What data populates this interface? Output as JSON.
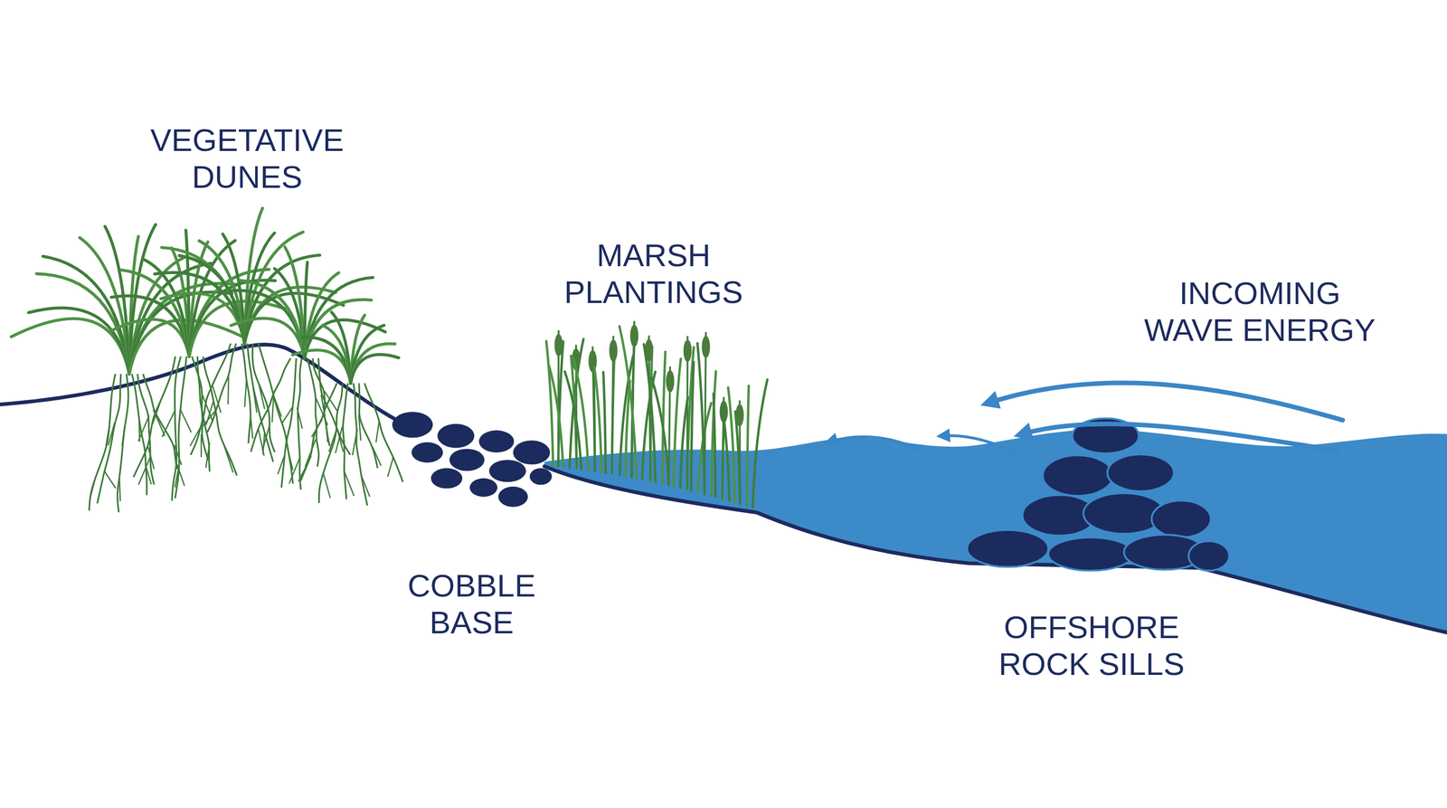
{
  "diagram": {
    "labels": [
      "VEGETATIVE DUNES",
      "MARSH PLANTINGS",
      "INCOMING WAVE ENERGY",
      "COBBLE BASE",
      "OFFSHORE ROCK SILLS"
    ]
  }
}
